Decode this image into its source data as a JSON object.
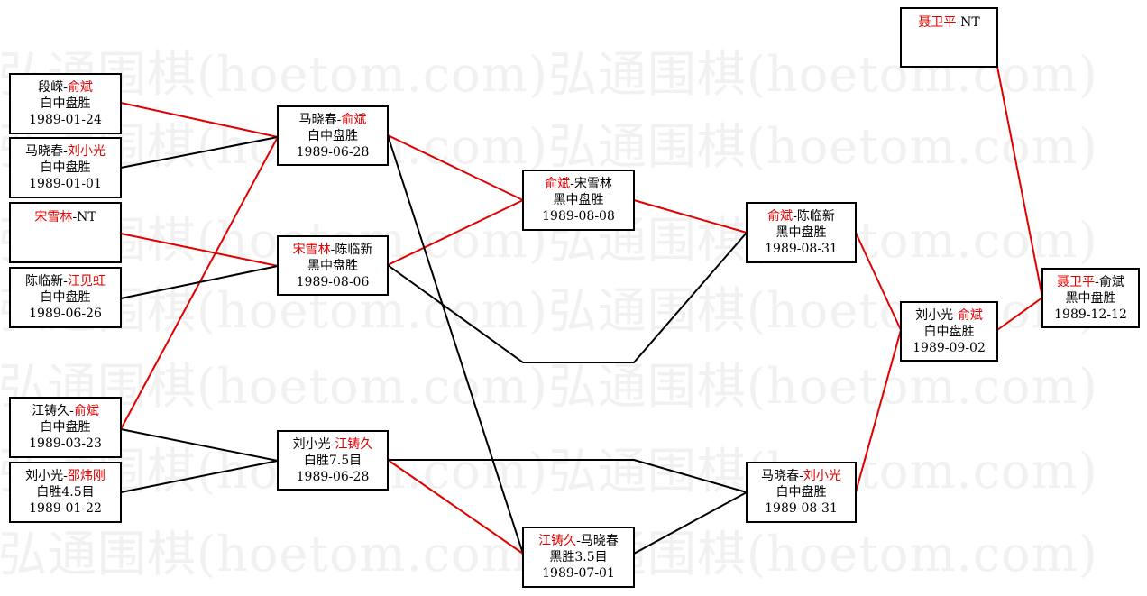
{
  "watermark": "弘通围棋(hoetom.com)",
  "colors": {
    "winner": "#e00000",
    "loser_line": "#000000",
    "border": "#000000"
  },
  "games": {
    "r1_1": {
      "white": "段嵘",
      "black": "俞斌",
      "winner": "black",
      "result": "白中盘胜",
      "date": "1989-01-24"
    },
    "r1_2": {
      "white": "马晓春",
      "black": "刘小光",
      "winner": "black",
      "result": "白中盘胜",
      "date": "1989-01-01"
    },
    "r1_3": {
      "white": "宋雪林",
      "black": "NT",
      "winner": "white",
      "result": "",
      "date": ""
    },
    "r1_4": {
      "white": "陈临新",
      "black": "汪见虹",
      "winner": "black",
      "result": "白中盘胜",
      "date": "1989-06-26"
    },
    "r1_5": {
      "white": "江铸久",
      "black": "俞斌",
      "winner": "black",
      "result": "白中盘胜",
      "date": "1989-03-23"
    },
    "r1_6": {
      "white": "刘小光",
      "black": "邵炜刚",
      "winner": "black",
      "result": "白胜4.5目",
      "date": "1989-01-22"
    },
    "r2_1": {
      "white": "马晓春",
      "black": "俞斌",
      "winner": "black",
      "result": "白中盘胜",
      "date": "1989-06-28"
    },
    "r2_2": {
      "white": "宋雪林",
      "black": "陈临新",
      "winner": "white",
      "result": "黑中盘胜",
      "date": "1989-08-06"
    },
    "r2_3": {
      "white": "刘小光",
      "black": "江铸久",
      "winner": "black",
      "result": "白胜7.5目",
      "date": "1989-06-28"
    },
    "r3_1": {
      "white": "俞斌",
      "black": "宋雪林",
      "winner": "white",
      "result": "黑中盘胜",
      "date": "1989-08-08"
    },
    "r3_2": {
      "white": "江铸久",
      "black": "马晓春",
      "winner": "white",
      "result": "黑胜3.5目",
      "date": "1989-07-01"
    },
    "r4_1": {
      "white": "俞斌",
      "black": "陈临新",
      "winner": "white",
      "result": "黑中盘胜",
      "date": "1989-08-31"
    },
    "r4_2": {
      "white": "马晓春",
      "black": "刘小光",
      "winner": "black",
      "result": "白中盘胜",
      "date": "1989-08-31"
    },
    "r5_1": {
      "white": "刘小光",
      "black": "俞斌",
      "winner": "black",
      "result": "白中盘胜",
      "date": "1989-09-02"
    },
    "r5_2": {
      "white": "聂卫平",
      "black": "NT",
      "winner": "white",
      "result": "",
      "date": ""
    },
    "final": {
      "white": "聂卫平",
      "black": "俞斌",
      "winner": "white",
      "result": "黑中盘胜",
      "date": "1989-12-12"
    }
  }
}
